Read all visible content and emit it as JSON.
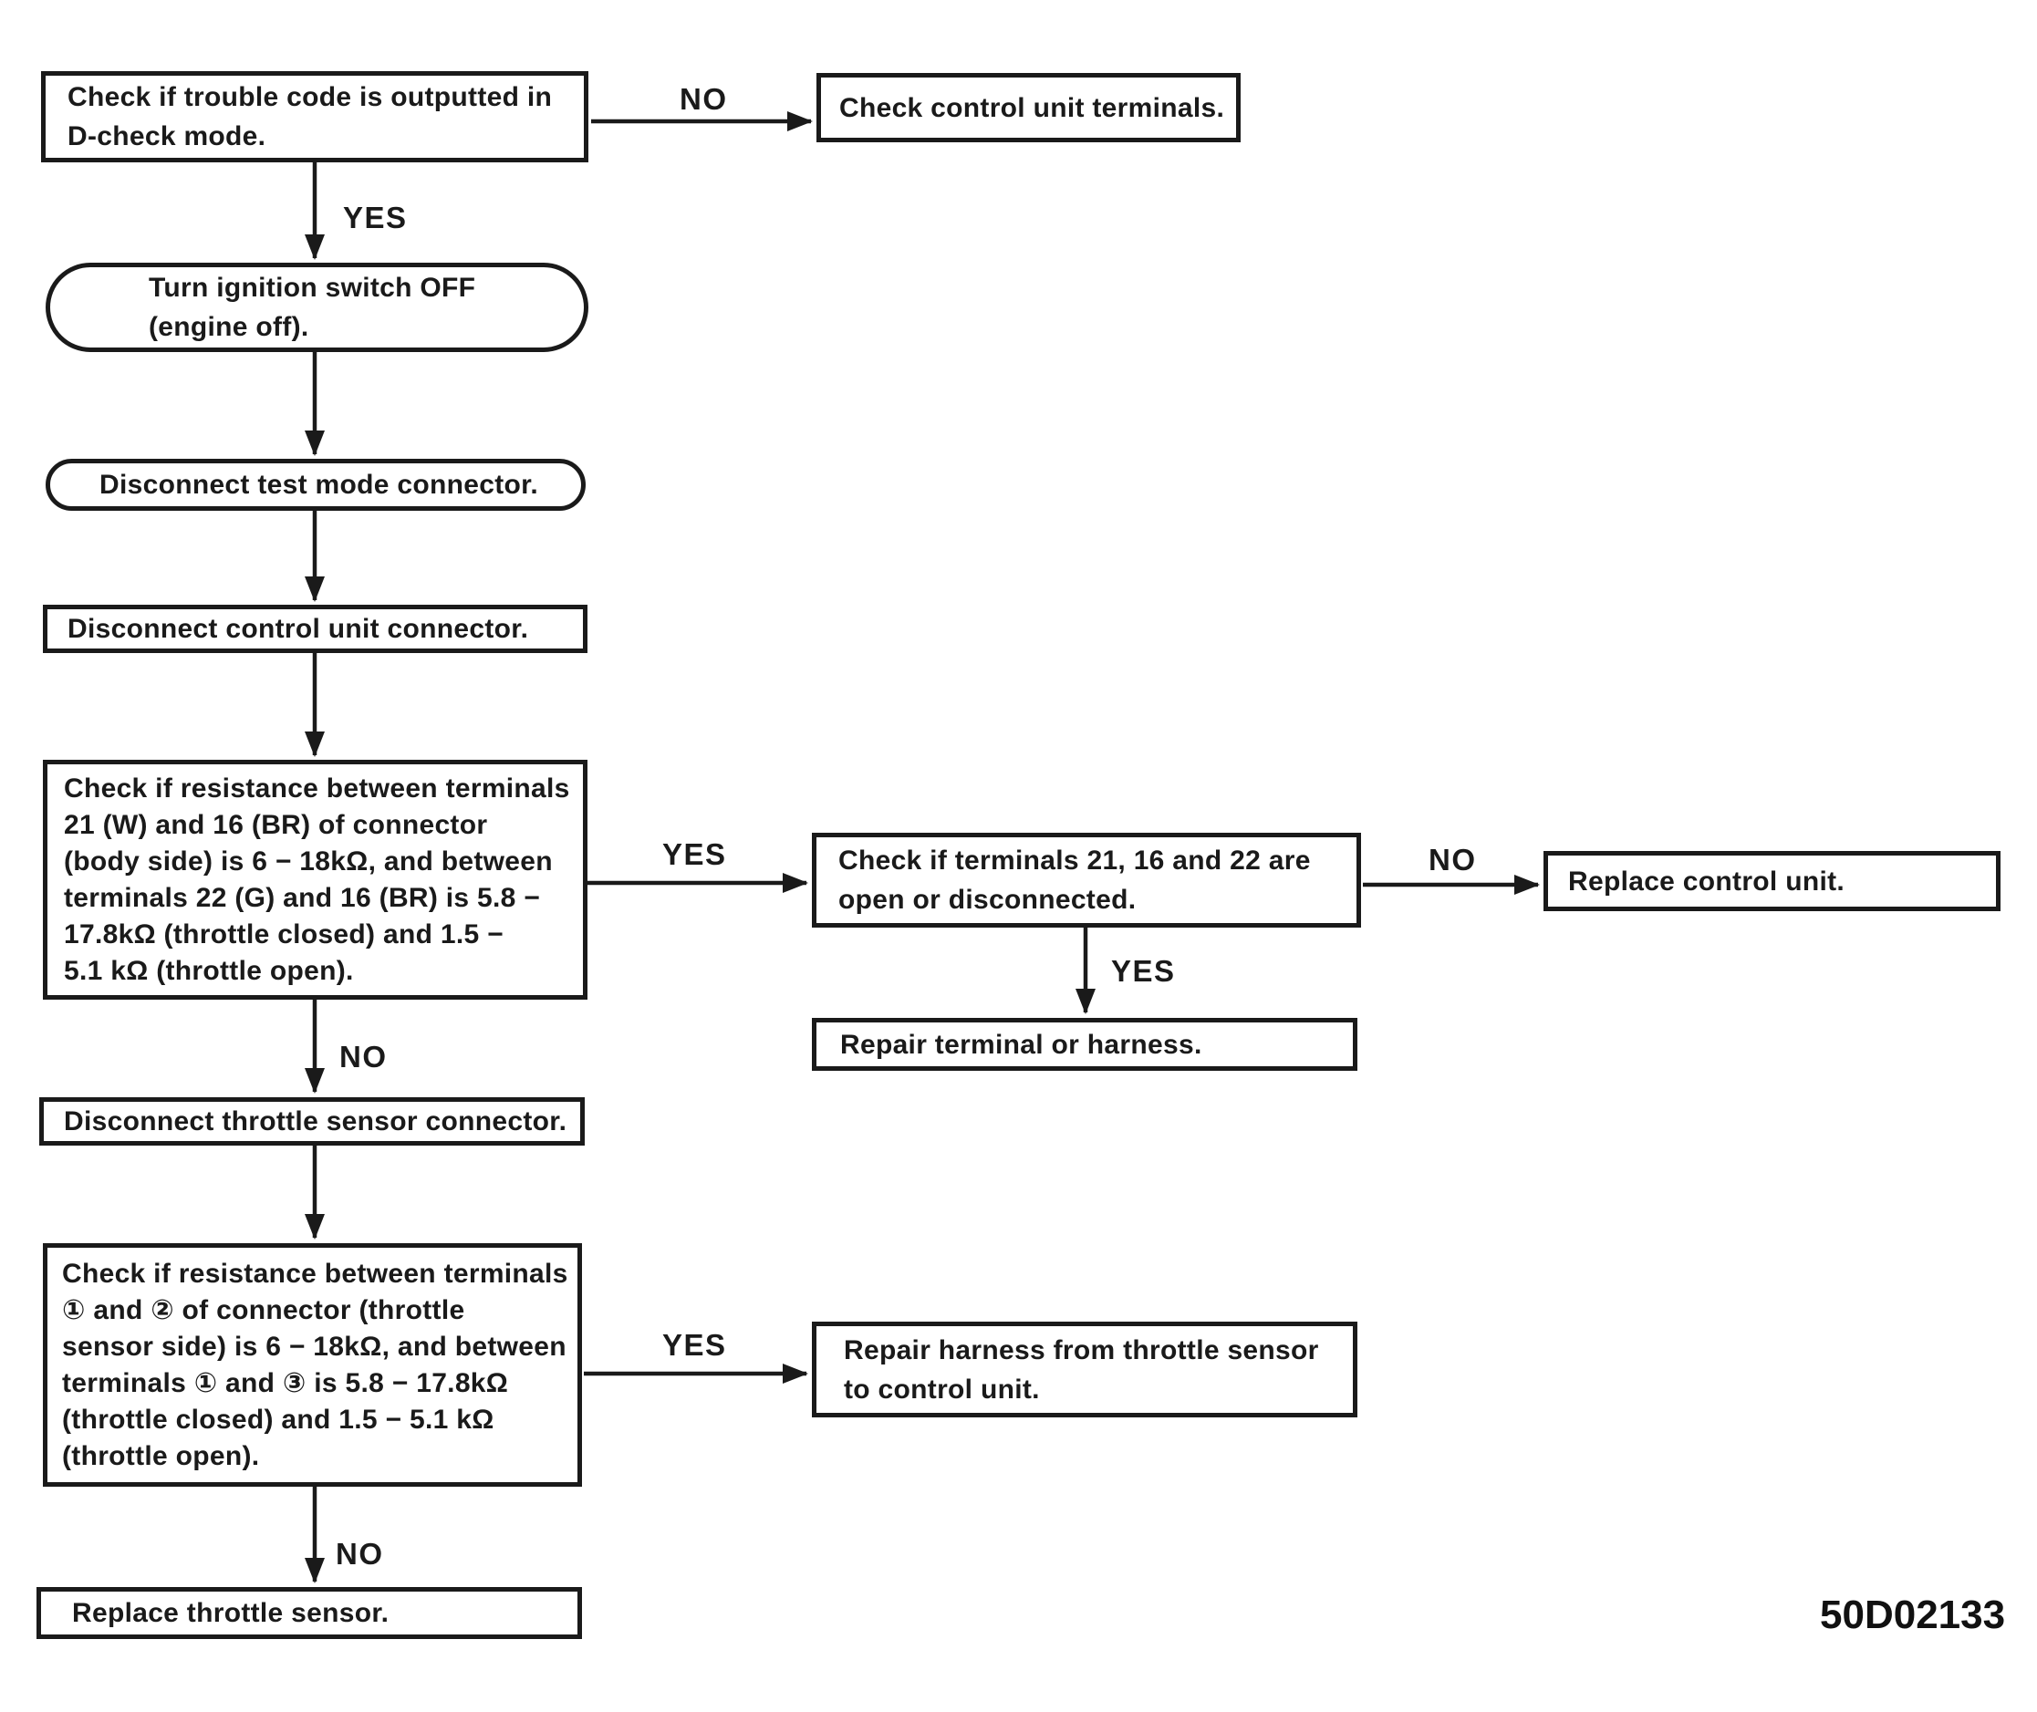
{
  "figure": {
    "code": "50D02133"
  },
  "colors": {
    "ink": "#1a1a1a",
    "paper": "#ffffff"
  },
  "nodes": {
    "check_trouble_code": {
      "shape": "rect",
      "text": "Check if trouble code is outputted in\nD-check mode."
    },
    "check_control_unit_terminals": {
      "shape": "rect",
      "text": "Check control unit terminals."
    },
    "turn_ignition_switch_off": {
      "shape": "terminator",
      "text": "Turn ignition switch OFF\n(engine off)."
    },
    "disconnect_test_mode_connector": {
      "shape": "terminator",
      "text": "Disconnect test mode connector."
    },
    "disconnect_control_unit_connector": {
      "shape": "rect",
      "text": "Disconnect control unit connector."
    },
    "check_resistance_body_side": {
      "shape": "rect",
      "text": "Check if resistance between terminals\n21 (W) and 16 (BR) of connector\n(body side) is 6 − 18kΩ, and between\nterminals 22 (G) and 16 (BR) is 5.8 −\n17.8kΩ (throttle closed) and 1.5 −\n5.1 kΩ (throttle open)."
    },
    "check_terminals_open_disconnected": {
      "shape": "rect",
      "text": "Check if terminals 21, 16 and 22 are\nopen or disconnected."
    },
    "replace_control_unit": {
      "shape": "rect",
      "text": "Replace control unit."
    },
    "repair_terminal_or_harness": {
      "shape": "rect",
      "text": "Repair terminal or harness."
    },
    "disconnect_throttle_sensor_connector": {
      "shape": "rect",
      "text": "Disconnect throttle sensor connector."
    },
    "check_resistance_sensor_side": {
      "shape": "rect",
      "text": "Check if resistance between terminals\n① and ② of connector (throttle\nsensor side) is 6 − 18kΩ, and between\nterminals ① and ③ is 5.8 − 17.8kΩ\n(throttle closed) and 1.5 − 5.1 kΩ\n(throttle open)."
    },
    "repair_harness_throttle_to_control": {
      "shape": "rect",
      "text": "Repair harness from throttle sensor\nto control unit."
    },
    "replace_throttle_sensor": {
      "shape": "rect",
      "text": "Replace throttle sensor."
    }
  },
  "edge_labels": {
    "no_1": "NO",
    "yes_1": "YES",
    "yes_2": "YES",
    "no_2": "NO",
    "yes_3": "YES",
    "no_3": "NO",
    "yes_4": "YES",
    "no_4": "NO"
  }
}
